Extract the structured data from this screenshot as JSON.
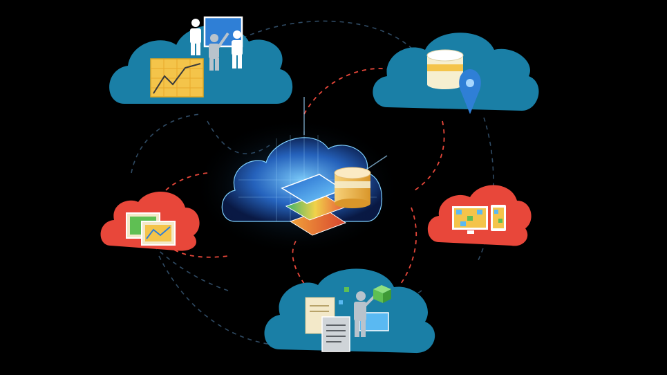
{
  "diagram": {
    "colors": {
      "background": "#000000",
      "cloud_teal": "#1a7fa6",
      "cloud_teal_dark": "#136b8e",
      "cloud_red": "#e8473a",
      "ring_dark_dashed": "#2f4a63",
      "ring_red_dashed": "#e8473a",
      "center_glow": "#3aa0ff",
      "chart_yellow": "#f4c44a",
      "db_cream": "#f6efd0",
      "pin_blue": "#2f7fd6",
      "person_gray": "#b9c3cc",
      "person_white": "#ffffff",
      "doc_cream": "#f3e9c9",
      "doc_gray": "#cfd4d8",
      "screen_blue": "#5ab9f2",
      "cube_green": "#5fbf53"
    },
    "nodes": [
      {
        "id": "top-left",
        "kind": "cloud",
        "color": "teal",
        "icons": [
          "presentation-icon",
          "people-icon",
          "line-chart-icon"
        ]
      },
      {
        "id": "top-right",
        "kind": "cloud",
        "color": "teal",
        "icons": [
          "database-icon",
          "location-pin-icon"
        ]
      },
      {
        "id": "center",
        "kind": "cloud",
        "color": "glow",
        "icons": [
          "map-layers-icon",
          "database-icon"
        ]
      },
      {
        "id": "left",
        "kind": "cloud",
        "color": "red",
        "icons": [
          "maps-on-screens-icon"
        ]
      },
      {
        "id": "right",
        "kind": "cloud",
        "color": "red",
        "icons": [
          "monitor-tablet-icon"
        ]
      },
      {
        "id": "bottom",
        "kind": "cloud",
        "color": "teal",
        "icons": [
          "documents-icon",
          "person-icon",
          "screen-icon",
          "cube-icon"
        ]
      }
    ]
  }
}
